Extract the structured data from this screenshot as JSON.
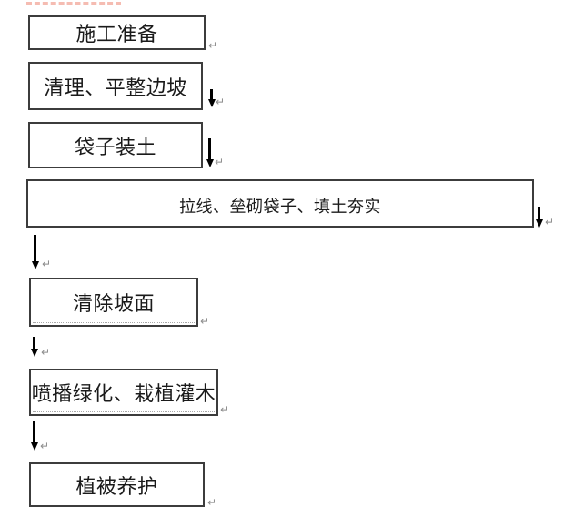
{
  "colors": {
    "background": "#ffffff",
    "box_border": "#3c3c3c",
    "box_fill": "#ffffff",
    "text": "#1a1a1a",
    "arrow": "#000000",
    "paragraph_mark": "#8c8c8c",
    "proofing_underline": "#f5bcb2"
  },
  "icons": {
    "paragraph_mark": "↵"
  },
  "flowchart": {
    "type": "vertical-process-flow",
    "steps": [
      {
        "label": "施工准备"
      },
      {
        "label": "清理、平整边坡"
      },
      {
        "label": "袋子装土"
      },
      {
        "label": "拉线、垒砌袋子、填土夯实"
      },
      {
        "label": "清除坡面"
      },
      {
        "label": "喷播绿化、栽植灌木"
      },
      {
        "label": "植被养护"
      }
    ]
  }
}
